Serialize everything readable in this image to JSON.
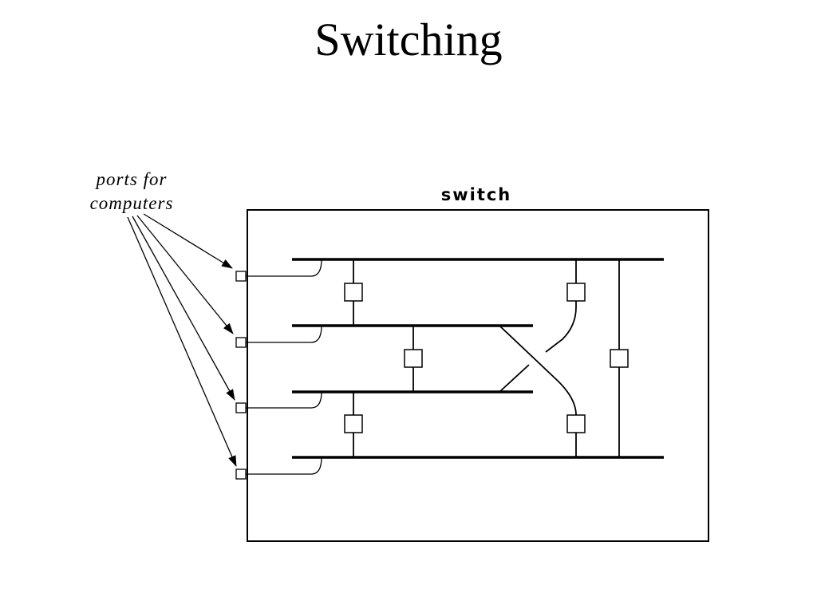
{
  "slide": {
    "title": "Switching"
  },
  "diagram": {
    "annotation": {
      "line1": "ports for",
      "line2": "computers"
    },
    "switch_label": "switch",
    "line_color": "#000000",
    "background_color": "#ffffff"
  }
}
